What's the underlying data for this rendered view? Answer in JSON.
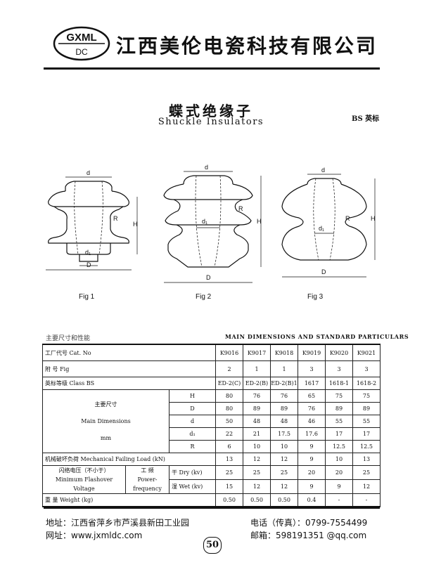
{
  "header": {
    "logo": {
      "top": "GXML",
      "bottom": "DC"
    },
    "company_name": "江西美伦电瓷科技有限公司"
  },
  "title": {
    "cn": "蝶式绝缘子",
    "en": "Shuckle Insulators",
    "standard": "BS 英标"
  },
  "figures": {
    "labels": {
      "d": "d",
      "d1": "d₁",
      "R": "R",
      "H": "H",
      "D": "D"
    },
    "captions": [
      "Fig 1",
      "Fig 2",
      "Fig 3"
    ]
  },
  "table": {
    "section_cn": "主要尺寸和性能",
    "section_en": "MAIN DIMENSIONS AND STANDARD PARTICULARS",
    "cat_no_label": "工厂代号  Cat. No",
    "fig_label": "附    号  Fig",
    "class_label": "英标等级  Class BS",
    "main_dim_cn": "主要尺寸",
    "main_dim_en": "Main Dimensions",
    "main_dim_unit": "mm",
    "dim_rows": [
      {
        "name": "H",
        "values": [
          "80",
          "76",
          "76",
          "65",
          "75",
          "75"
        ]
      },
      {
        "name": "D",
        "values": [
          "80",
          "89",
          "89",
          "76",
          "89",
          "89"
        ]
      },
      {
        "name": "d",
        "values": [
          "50",
          "48",
          "48",
          "46",
          "55",
          "55"
        ]
      },
      {
        "name": "d₁",
        "values": [
          "22",
          "21",
          "17.5",
          "17.6",
          "17",
          "17"
        ]
      },
      {
        "name": "R",
        "values": [
          "6",
          "10",
          "10",
          "9",
          "12.5",
          "12.5"
        ]
      }
    ],
    "cat_nos": [
      "K9016",
      "K9017",
      "K9018",
      "K9019",
      "K9020",
      "K9021"
    ],
    "figs": [
      "2",
      "1",
      "1",
      "3",
      "3",
      "3"
    ],
    "classes": [
      "ED-2(C)",
      "ED-2(B)",
      "ED-2(B)1",
      "1617",
      "1618-1",
      "1618-2"
    ],
    "failing_load_label": "机械破坏负荷  Mechanical Failing Load  (kN)",
    "failing_load": [
      "13",
      "12",
      "12",
      "9",
      "10",
      "13"
    ],
    "flashover_cn": "闪络电压（不小于）",
    "flashover_en": "Minimum Flashover Voltage",
    "power_freq_cn": "工    频",
    "power_freq_en": "Power-frequency",
    "dry_label": "干 Dry (kv)",
    "wet_label": "湿 Wet (kv)",
    "dry": [
      "25",
      "25",
      "25",
      "20",
      "20",
      "25"
    ],
    "wet": [
      "15",
      "12",
      "12",
      "9",
      "9",
      "12"
    ],
    "weight_label": "重    量  Weight  (kg)",
    "weight": [
      "0.50",
      "0.50",
      "0.50",
      "0.4",
      "-",
      "-"
    ]
  },
  "footer": {
    "address": "地址：江西省萍乡市芦溪县新田工业园",
    "website": "网址：www.jxmldc.com",
    "phone": "电话（传真）：0799-7554499",
    "email": "邮箱：598191351 @qq.com",
    "page_number": "50"
  }
}
